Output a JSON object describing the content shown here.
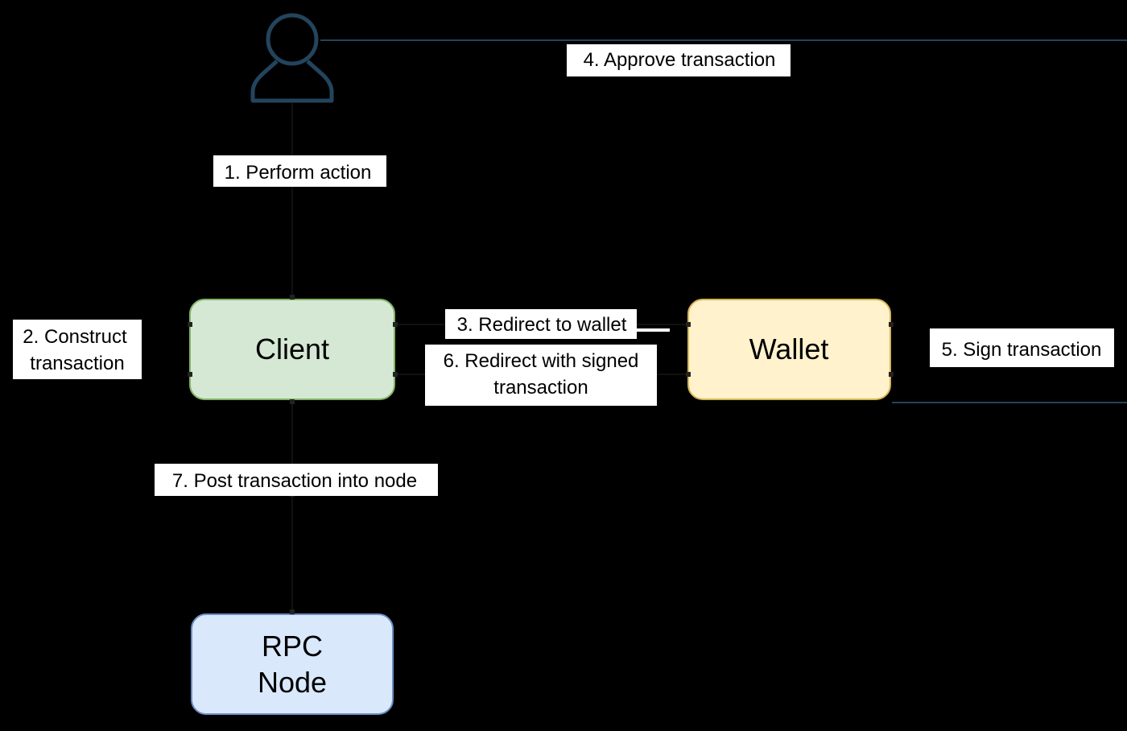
{
  "nodes": {
    "client": {
      "label": "Client",
      "fill": "#d5e8d4",
      "stroke": "#82b366"
    },
    "wallet": {
      "label": "Wallet",
      "fill": "#fff2cc",
      "stroke": "#d6b656"
    },
    "rpc": {
      "label_line1": "RPC",
      "label_line2": "Node",
      "fill": "#dae8fc",
      "stroke": "#6c8ebf"
    }
  },
  "user_icon": {
    "icon": "user-icon",
    "stroke": "#23445d"
  },
  "edges": {
    "perform_action": "1. Perform action",
    "construct_line1": "2. Construct",
    "construct_line2": "transaction",
    "redirect_wallet": "3. Redirect to wallet",
    "approve": "4. Approve transaction",
    "sign": "5. Sign transaction",
    "redirect_signed_line1": "6. Redirect with signed",
    "redirect_signed_line2": "transaction",
    "post": "7. Post transaction into node"
  }
}
